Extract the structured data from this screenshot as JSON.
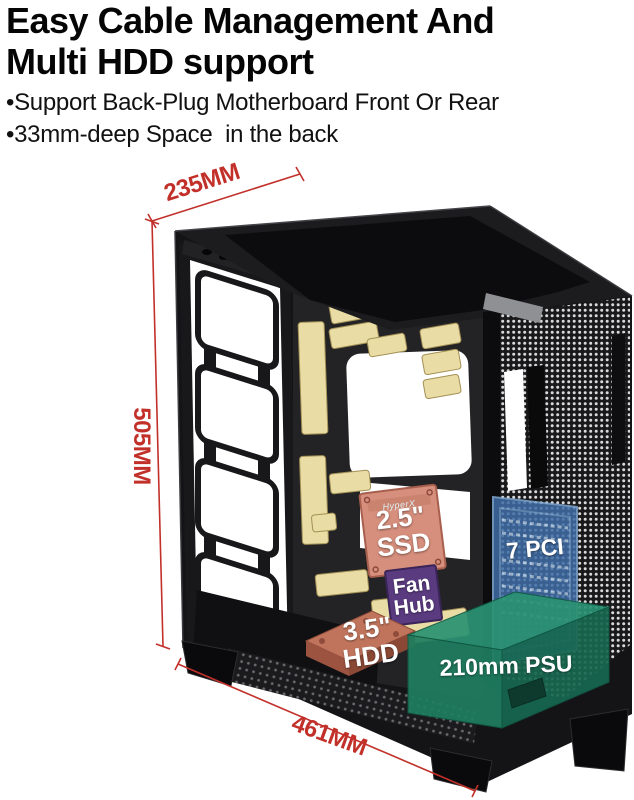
{
  "header": {
    "title_line1": "Easy Cable Management And",
    "title_line2": "Multi HDD support",
    "bullet1": "•Support Back-Plug Motherboard Front Or Rear",
    "bullet2": "•33mm-deep Space  in the back"
  },
  "dimensions": {
    "top_depth": "235MM",
    "left_height": "505MM",
    "bottom_width": "461MM",
    "line_color": "#c2302a"
  },
  "components": {
    "ssd": {
      "line1": "2.5\"",
      "line2": "SSD",
      "brand": "HyperX",
      "color": "#d78f7d"
    },
    "fan_hub": {
      "line1": "Fan",
      "line2": "Hub",
      "color": "#5b3b80"
    },
    "pci": {
      "label": "7 PCI",
      "color": "#3f6da6"
    },
    "hdd": {
      "line1": "3.5\"",
      "line2": "HDD",
      "color": "#c0745c"
    },
    "psu": {
      "label": "210mm PSU",
      "color": "#1f7e60"
    },
    "cable_strap_color": "#e9dca4"
  }
}
